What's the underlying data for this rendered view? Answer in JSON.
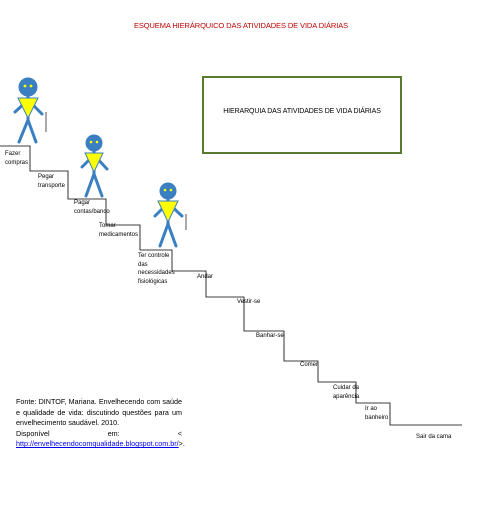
{
  "title": "ESQUEMA HIERÁRQUICO DAS ATIVIDADES DE VIDA DIÁRIAS",
  "box_title": "HIERARQUIA DAS ATIVIDADES DE VIDA DIÁRIAS",
  "steps": [
    "Fazer compras",
    "Pegar transporte",
    "Pagar contas/banco",
    "Tomar medicamentos",
    "Ter controle das necessidades fisiológicas",
    "Andar",
    "Vestir-se",
    "Banhar-se",
    "Comer",
    "Cuidar da aparência",
    "Ir ao banheiro",
    "Sair da cama"
  ],
  "source": {
    "line1": "Fonte: DINTOF, Mariana. Envelhecendo com saúde e qualidade de vida: discutindo questões para um envelhecimento saudável. 2010.",
    "avail_label": "Disponível",
    "avail_em": "em:",
    "avail_lt": "<",
    "url": "http://envelhecendocomqualidade.blogspot.com.br/",
    "url_tail": ">."
  },
  "colors": {
    "title": "#c00000",
    "box_border": "#5a7a2e",
    "figure_body": "#3a7fc1",
    "figure_triangle": "#ffff00"
  }
}
